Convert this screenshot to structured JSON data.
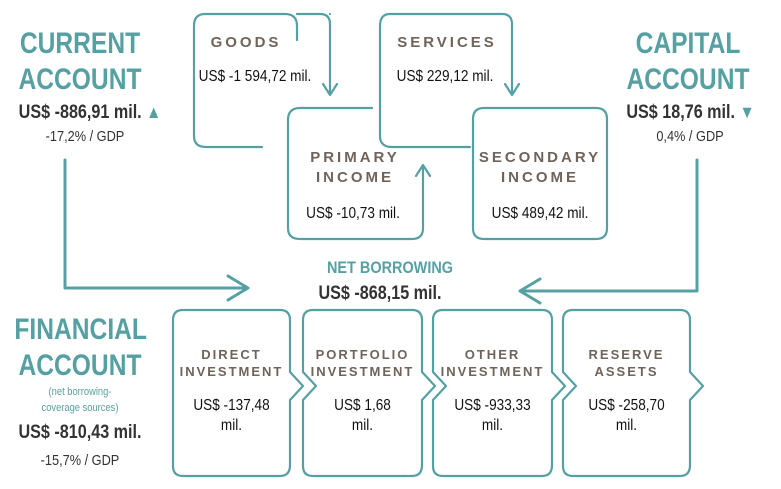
{
  "colors": {
    "accent": "#56a0a3",
    "heading": "#6f635a",
    "text": "#333333"
  },
  "current_account": {
    "title_line1": "CURRENT",
    "title_line2": "ACCOUNT",
    "value": "US$ -886,91 mil.",
    "gdp": "-17,2% / GDP",
    "trend_icon": "arrow-up"
  },
  "capital_account": {
    "title_line1": "CAPITAL",
    "title_line2": "ACCOUNT",
    "value": "US$ 18,76 mil.",
    "gdp": "0,4% / GDP",
    "trend_icon": "arrow-down"
  },
  "financial_account": {
    "title_line1": "FINANCIAL",
    "title_line2": "ACCOUNT",
    "note_line1": "(net borrowing-",
    "note_line2": "coverage sources)",
    "value": "US$ -810,43 mil.",
    "gdp": "-15,7% / GDP"
  },
  "net_borrowing": {
    "label": "NET BORROWING",
    "value": "US$ -868,15 mil."
  },
  "current_components": [
    {
      "title": "GOODS",
      "value": "US$ -1 594,72 mil."
    },
    {
      "title": "SERVICES",
      "value": "US$ 229,12 mil."
    },
    {
      "title_line1": "PRIMARY",
      "title_line2": "INCOME",
      "value": "US$ -10,73 mil."
    },
    {
      "title_line1": "SECONDARY",
      "title_line2": "INCOME",
      "value": "US$ 489,42 mil."
    }
  ],
  "financial_components": [
    {
      "title_line1": "DIRECT",
      "title_line2": "INVESTMENT",
      "value_line1": "US$ -137,48",
      "value_line2": "mil."
    },
    {
      "title_line1": "PORTFOLIO",
      "title_line2": "INVESTMENT",
      "value_line1": "US$ 1,68",
      "value_line2": "mil."
    },
    {
      "title_line1": "OTHER",
      "title_line2": "INVESTMENT",
      "value_line1": "US$ -933,33",
      "value_line2": "mil."
    },
    {
      "title_line1": "RESERVE",
      "title_line2": "ASSETS",
      "value_line1": "US$ -258,70",
      "value_line2": "mil."
    }
  ]
}
